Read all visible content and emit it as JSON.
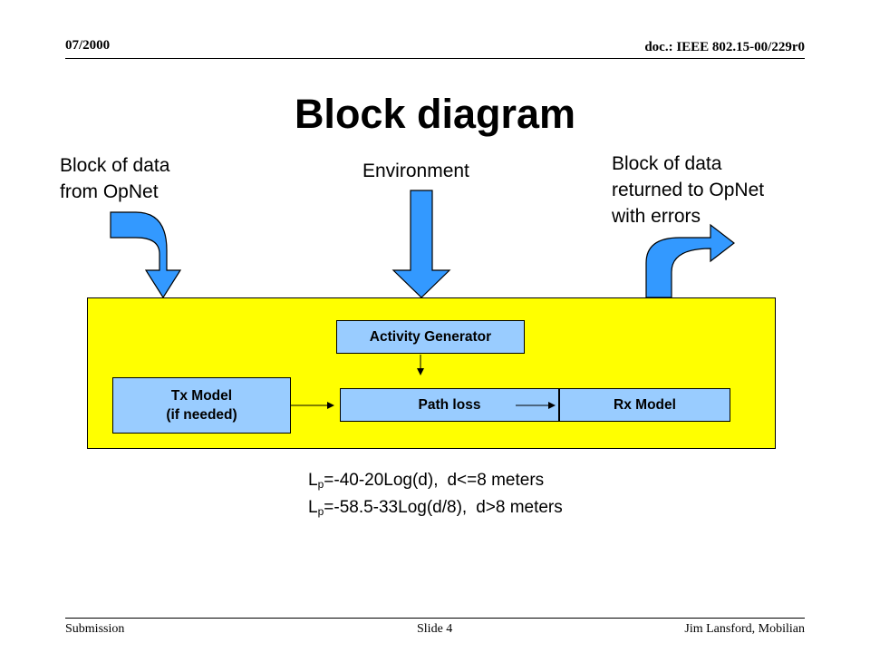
{
  "header": {
    "date": "07/2000",
    "doc_id": "doc.: IEEE 802.15-00/229r0"
  },
  "title": "Block diagram",
  "labels": {
    "input": [
      "Block of data",
      "from OpNet"
    ],
    "environment": "Environment",
    "output": [
      "Block of data",
      "returned to OpNet",
      "with errors"
    ]
  },
  "blocks": {
    "activity": "Activity Generator",
    "tx": [
      "Tx Model",
      "(if needed)"
    ],
    "path": "Path loss",
    "rx": "Rx Model"
  },
  "equations": [
    {
      "sym": "L",
      "sub": "p",
      "expr": "=-40-20Log(d),",
      "cond": "d<=8 meters"
    },
    {
      "sym": "L",
      "sub": "p",
      "expr": "=-58.5-33Log(d/8),",
      "cond": "d>8 meters"
    }
  ],
  "footer": {
    "left": "Submission",
    "center": "Slide 4",
    "right": "Jim Lansford, Mobilian"
  },
  "colors": {
    "arrow_fill": "#3399ff",
    "block_fill": "#99ccff",
    "box_fill": "#ffff00"
  }
}
